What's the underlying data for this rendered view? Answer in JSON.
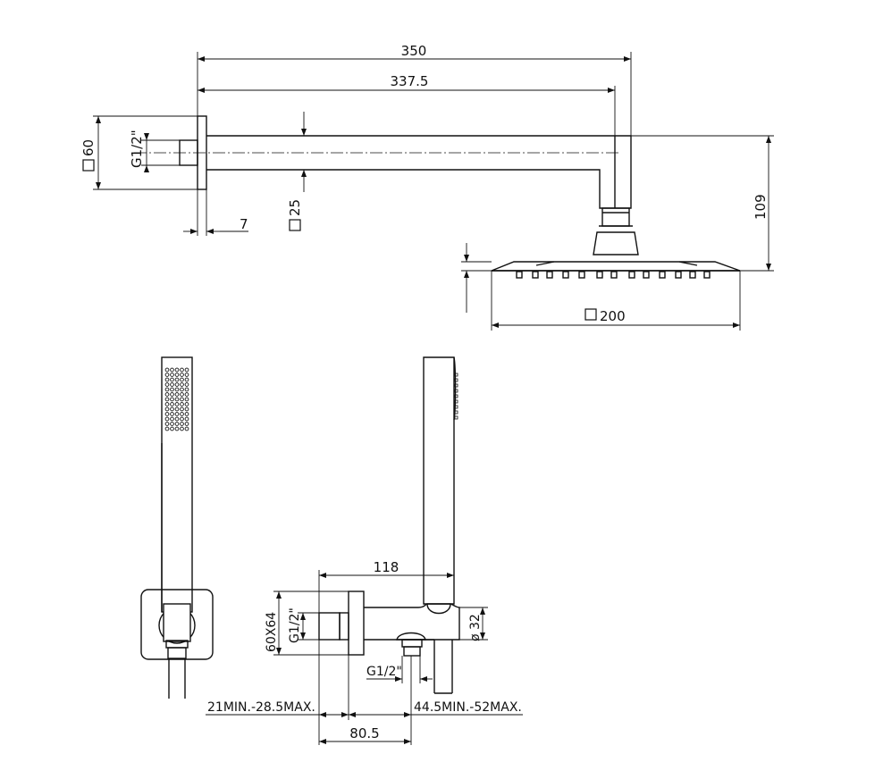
{
  "labels": {
    "overall_length": "350",
    "arm_length": "337.5",
    "wall_plate": "60",
    "thread_top": "G1/2\"",
    "arm_section": "25",
    "plate_thickness": "7",
    "height": "109",
    "head_size": "200",
    "reach_118": "118",
    "bracket_size": "60X64",
    "thread_bracket": "G1/2\"",
    "diameter": "ø 32",
    "thread_outlet": "G1/2\"",
    "range_left": "21MIN.-28.5MAX.",
    "range_right": "44.5MIN.-52MAX.",
    "width_80": "80.5"
  }
}
